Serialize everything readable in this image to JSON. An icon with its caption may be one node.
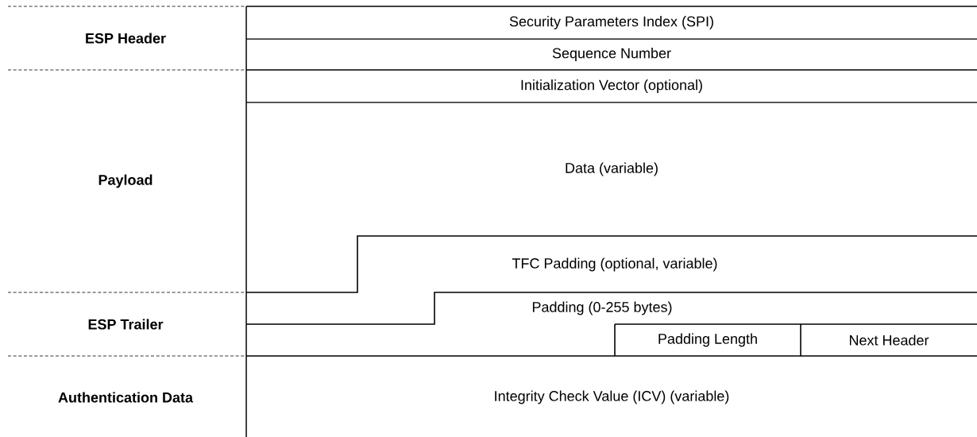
{
  "diagram": {
    "nodes": [
      {
        "text": [
          "Security Parameters Index (SPI)"
        ]
      },
      {
        "text": [
          "Sequence Number"
        ]
      },
      {
        "text": [
          "Initialization Vector (optional)"
        ]
      },
      {
        "text": [
          "Data (variable)"
        ]
      },
      {
        "text": [
          "TFC Padding (optional, variable)"
        ]
      },
      {
        "text": [
          "Padding (0-255 bytes)"
        ]
      },
      {
        "text": [
          "Padding Length"
        ]
      },
      {
        "text": [
          "Next Header"
        ]
      },
      {
        "text": [
          "Integrity Check Value (ICV) (variable)"
        ]
      }
    ],
    "labels": [
      "ESP Header",
      "Payload",
      "ESP Trailer",
      "Authentication Data"
    ]
  }
}
